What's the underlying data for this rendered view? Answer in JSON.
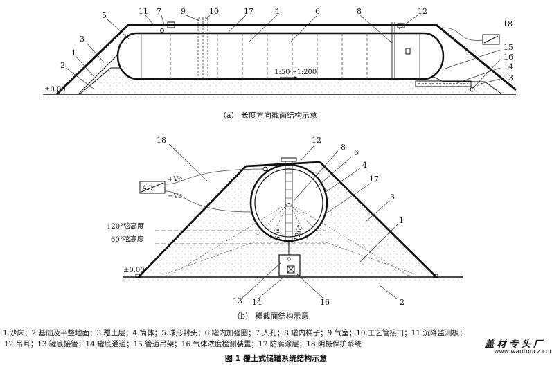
{
  "caption_a": "（a）  长度方向截面结构示意",
  "caption_b": "（b）  横截面结构示意",
  "slope_label": "1:50～1:200",
  "ground_label_a": "±0.00",
  "ground_label_b": "±0.00",
  "chord_120": "120°弦高度",
  "chord_60": "60°弦高度",
  "angle_60": "60°",
  "angle_120": "120°",
  "ac_label": "AC",
  "vplus": "+Vc",
  "vminus": "−Vc",
  "numbers_a": [
    "1",
    "2",
    "3",
    "4",
    "5",
    "6",
    "7",
    "8",
    "9",
    "10",
    "11",
    "12",
    "13",
    "14",
    "15",
    "16",
    "17",
    "18"
  ],
  "numbers_b": [
    "1",
    "2",
    "3",
    "4",
    "6",
    "8",
    "12",
    "13",
    "14",
    "16",
    "17",
    "18"
  ],
  "legend_line1": "1.沙床；2.基础及平整地面；3.覆土层；4.筒体；5.球形封头；6.罐内加强圈；7.人孔；8.罐内梯子；9.气室；10.工艺管接口；11.沉降监测板；",
  "legend_line2": "12.吊耳；13.罐底接管；14.罐底通道；15.管道吊架；16.气体浓度检测装置；17.防腐涂层；18.阴极保护系统",
  "figure_title": "图 1    覆土式储罐系统结构示意",
  "watermark": "盖 材 专 头 厂",
  "watermark_url": "www.wantoucz.com"
}
